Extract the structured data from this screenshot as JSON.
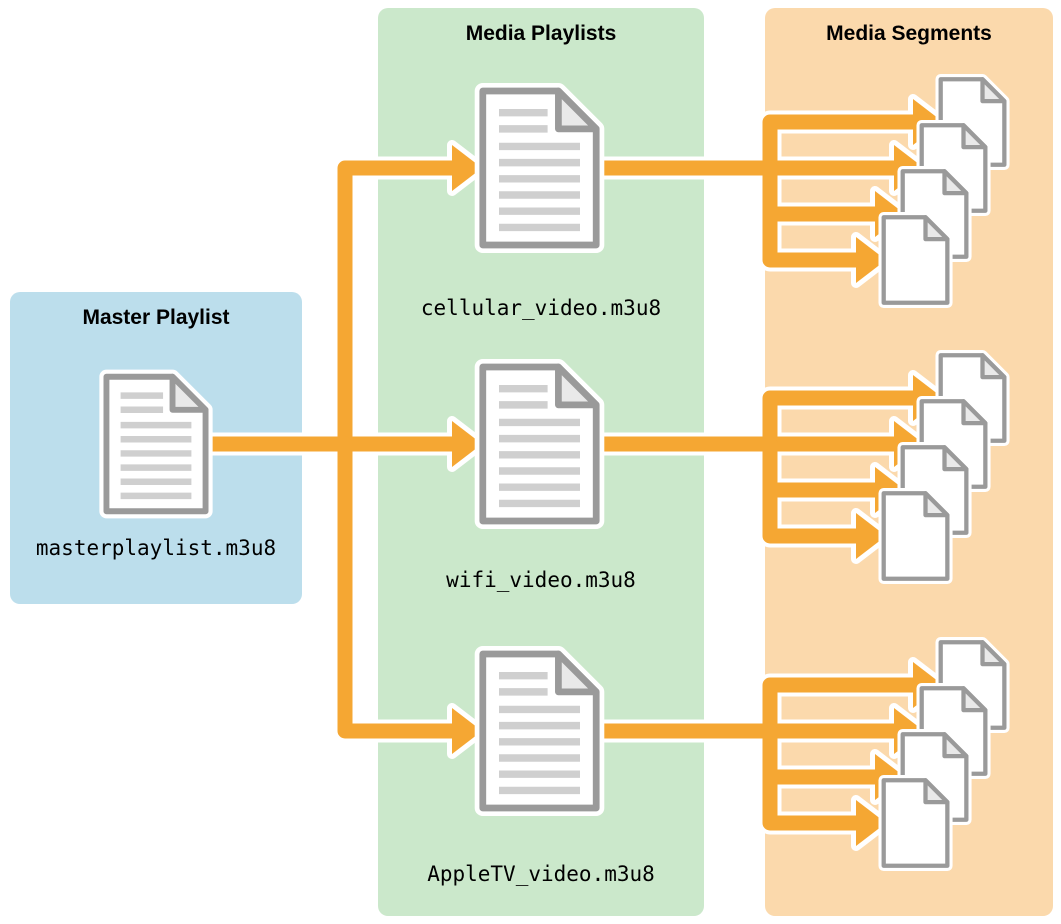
{
  "colors": {
    "arrow": "#F5A733",
    "arrow_casing": "#FFFFFF",
    "panel_master": "#BCDEEC",
    "panel_playlists": "#CBE8CB",
    "panel_segments": "#FBD9AC",
    "doc_border": "#9A9A9A",
    "doc_line": "#CFCFCF",
    "doc_fold": "#E9E9E9",
    "text": "#000000"
  },
  "master_panel": {
    "title": "Master Playlist",
    "doc_label": "masterplaylist.m3u8"
  },
  "playlists_panel": {
    "title": "Media Playlists",
    "items": [
      {
        "label": "cellular_video.m3u8"
      },
      {
        "label": "wifi_video.m3u8"
      },
      {
        "label": "AppleTV_video.m3u8"
      }
    ]
  },
  "segments_panel": {
    "title": "Media Segments",
    "stack_count": 3,
    "docs_per_stack": 4
  }
}
